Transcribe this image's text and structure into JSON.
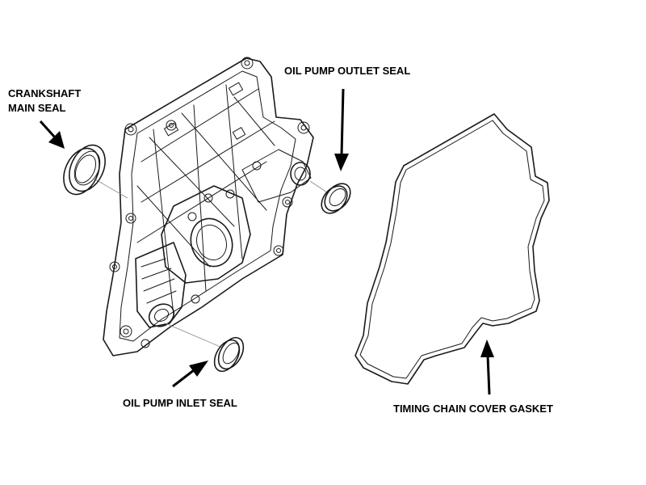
{
  "labels": {
    "crankshaft_line1": "CRANKSHAFT",
    "crankshaft_line2": "MAIN SEAL",
    "outlet": "OIL PUMP OUTLET SEAL",
    "inlet": "OIL PUMP INLET SEAL",
    "gasket": "TIMING CHAIN COVER GASKET"
  }
}
